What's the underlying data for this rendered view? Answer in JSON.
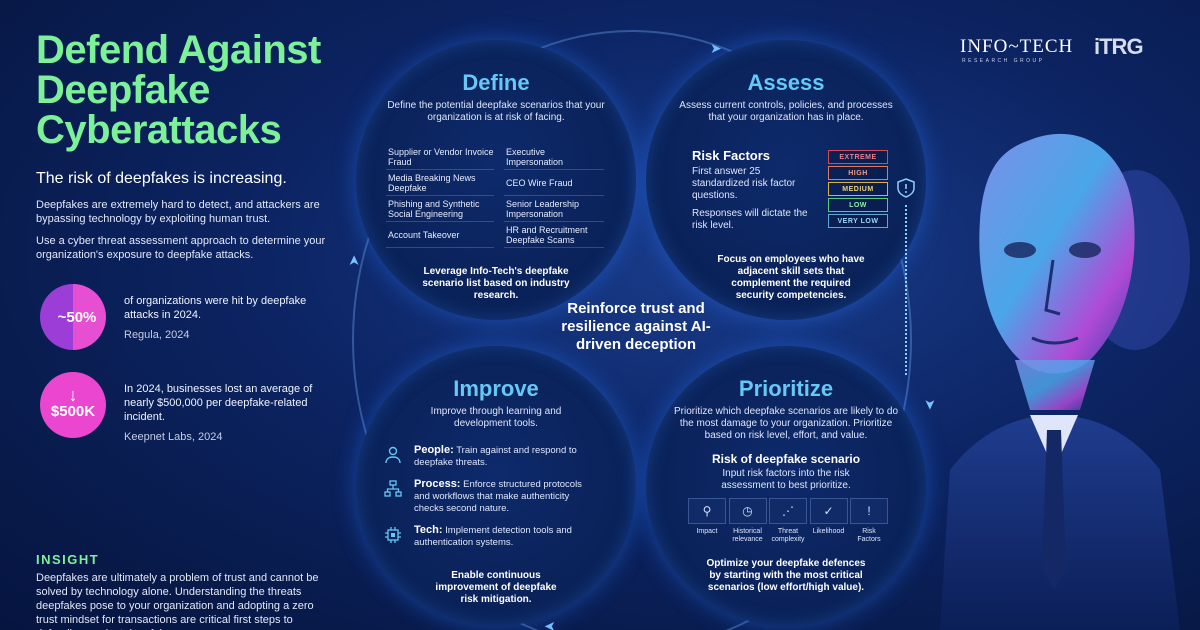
{
  "header": {
    "title": "Defend Against\nDeepfake\nCyberattacks",
    "subtitle": "The risk of deepfakes is increasing."
  },
  "intro": {
    "p1": "Deepfakes are extremely hard to detect, and attackers are bypassing technology by exploiting human trust.",
    "p2": "Use a cyber threat assessment approach to determine your organization's exposure to deepfake attacks."
  },
  "stats": [
    {
      "badge": "~50%",
      "text": "of organizations were hit by deepfake attacks in 2024.",
      "source": "Regula, 2024"
    },
    {
      "badge": "$500K",
      "text": "In 2024, businesses lost an average of nearly $500,000 per deepfake-related incident.",
      "source": "Keepnet Labs, 2024"
    }
  ],
  "insight": {
    "title": "INSIGHT",
    "body": "Deepfakes are ultimately a problem of trust and cannot be solved by technology alone. Understanding the threats deepfakes pose to your organization and adopting a zero trust mindset for transactions are critical first steps to defending against deepfakes."
  },
  "define": {
    "title": "Define",
    "desc": "Define the potential deepfake scenarios that your organization is at risk of facing.",
    "scenarios": [
      "Supplier or Vendor Invoice Fraud",
      "Executive Impersonation",
      "Media Breaking News Deepfake",
      "CEO Wire Fraud",
      "Phishing and Synthetic Social Engineering",
      "Senior Leadership Impersonation",
      "Account Takeover",
      "HR and Recruitment Deepfake Scams"
    ],
    "footer": "Leverage Info-Tech's deepfake scenario list based on industry research."
  },
  "assess": {
    "title": "Assess",
    "desc": "Assess current controls, policies, and processes that your organization has in place.",
    "rf_title": "Risk Factors",
    "rf_p1": "First answer 25 standardized risk factor questions.",
    "rf_p2": "Responses will dictate the risk level.",
    "levels": [
      "EXTREME",
      "HIGH",
      "MEDIUM",
      "LOW",
      "VERY LOW"
    ],
    "footer": "Focus on employees who have adjacent skill sets that complement the required security competencies."
  },
  "improve": {
    "title": "Improve",
    "desc": "Improve through learning and development tools.",
    "items": [
      {
        "label": "People:",
        "text": "Train against and respond to deepfake threats."
      },
      {
        "label": "Process:",
        "text": "Enforce structured protocols and workflows that make authenticity checks second nature."
      },
      {
        "label": "Tech:",
        "text": "Implement detection tools and authentication systems."
      }
    ],
    "footer": "Enable continuous improvement of deepfake risk mitigation."
  },
  "prioritize": {
    "title": "Prioritize",
    "desc": "Prioritize which deepfake scenarios are likely to do the most damage to your organization. Prioritize based on risk level, effort, and value.",
    "rs_title": "Risk of deepfake scenario",
    "rs_text": "Input risk factors into the risk assessment to best prioritize.",
    "factors": [
      "Impact",
      "Historical relevance",
      "Threat complexity",
      "Likelihood",
      "Risk Factors"
    ],
    "footer": "Optimize your deepfake defences by starting with the most critical scenarios (low effort/high value)."
  },
  "center": "Reinforce trust and resilience against AI-driven deception",
  "logos": {
    "infotech": "INFO~TECH",
    "infotech_sub": "RESEARCH GROUP",
    "itrg": "iTRG"
  }
}
